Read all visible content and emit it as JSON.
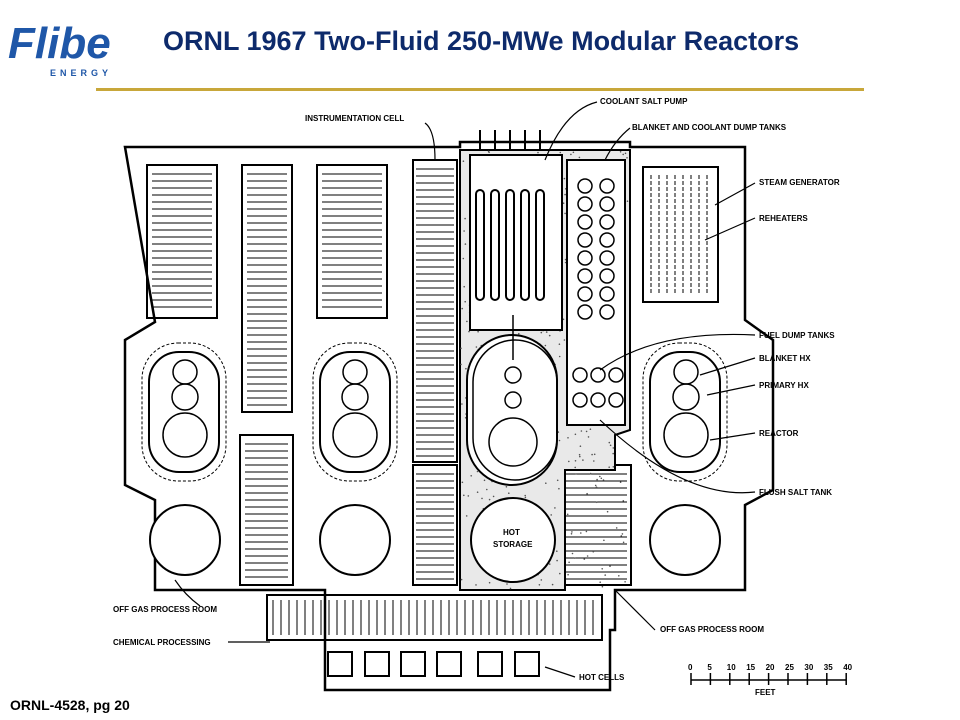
{
  "header": {
    "title": "ORNL 1967 Two-Fluid 250-MWe Modular Reactors",
    "logo_text": "Flibe",
    "logo_subtext": "ENERGY"
  },
  "footer": {
    "source": "ORNL-4528, pg 20"
  },
  "colors": {
    "title": "#0d2a6b",
    "logo_blue": "#1f57a8",
    "rule": "#c8a73a"
  },
  "diagram": {
    "labels": {
      "instrumentation_cell": "INSTRUMENTATION CELL",
      "coolant_salt_pump": "COOLANT SALT PUMP",
      "blanket_coolant_dump": "BLANKET AND COOLANT DUMP TANKS",
      "steam_generator": "STEAM GENERATOR",
      "reheaters": "REHEATERS",
      "fuel_dump_tanks": "FUEL DUMP TANKS",
      "blanket_hx": "BLANKET HX",
      "primary_hx": "PRIMARY HX",
      "reactor": "REACTOR",
      "flush_salt_tank": "FLUSH SALT TANK",
      "hot_storage_1": "HOT",
      "hot_storage_2": "STORAGE",
      "off_gas_left": "OFF GAS PROCESS ROOM",
      "chemical_processing": "CHEMICAL PROCESSING",
      "off_gas_right": "OFF GAS PROCESS ROOM",
      "hot_cells": "HOT CELLS",
      "feet": "FEET"
    },
    "scale_ticks": [
      "0",
      "5",
      "10",
      "15",
      "20",
      "25",
      "30",
      "35",
      "40"
    ]
  }
}
